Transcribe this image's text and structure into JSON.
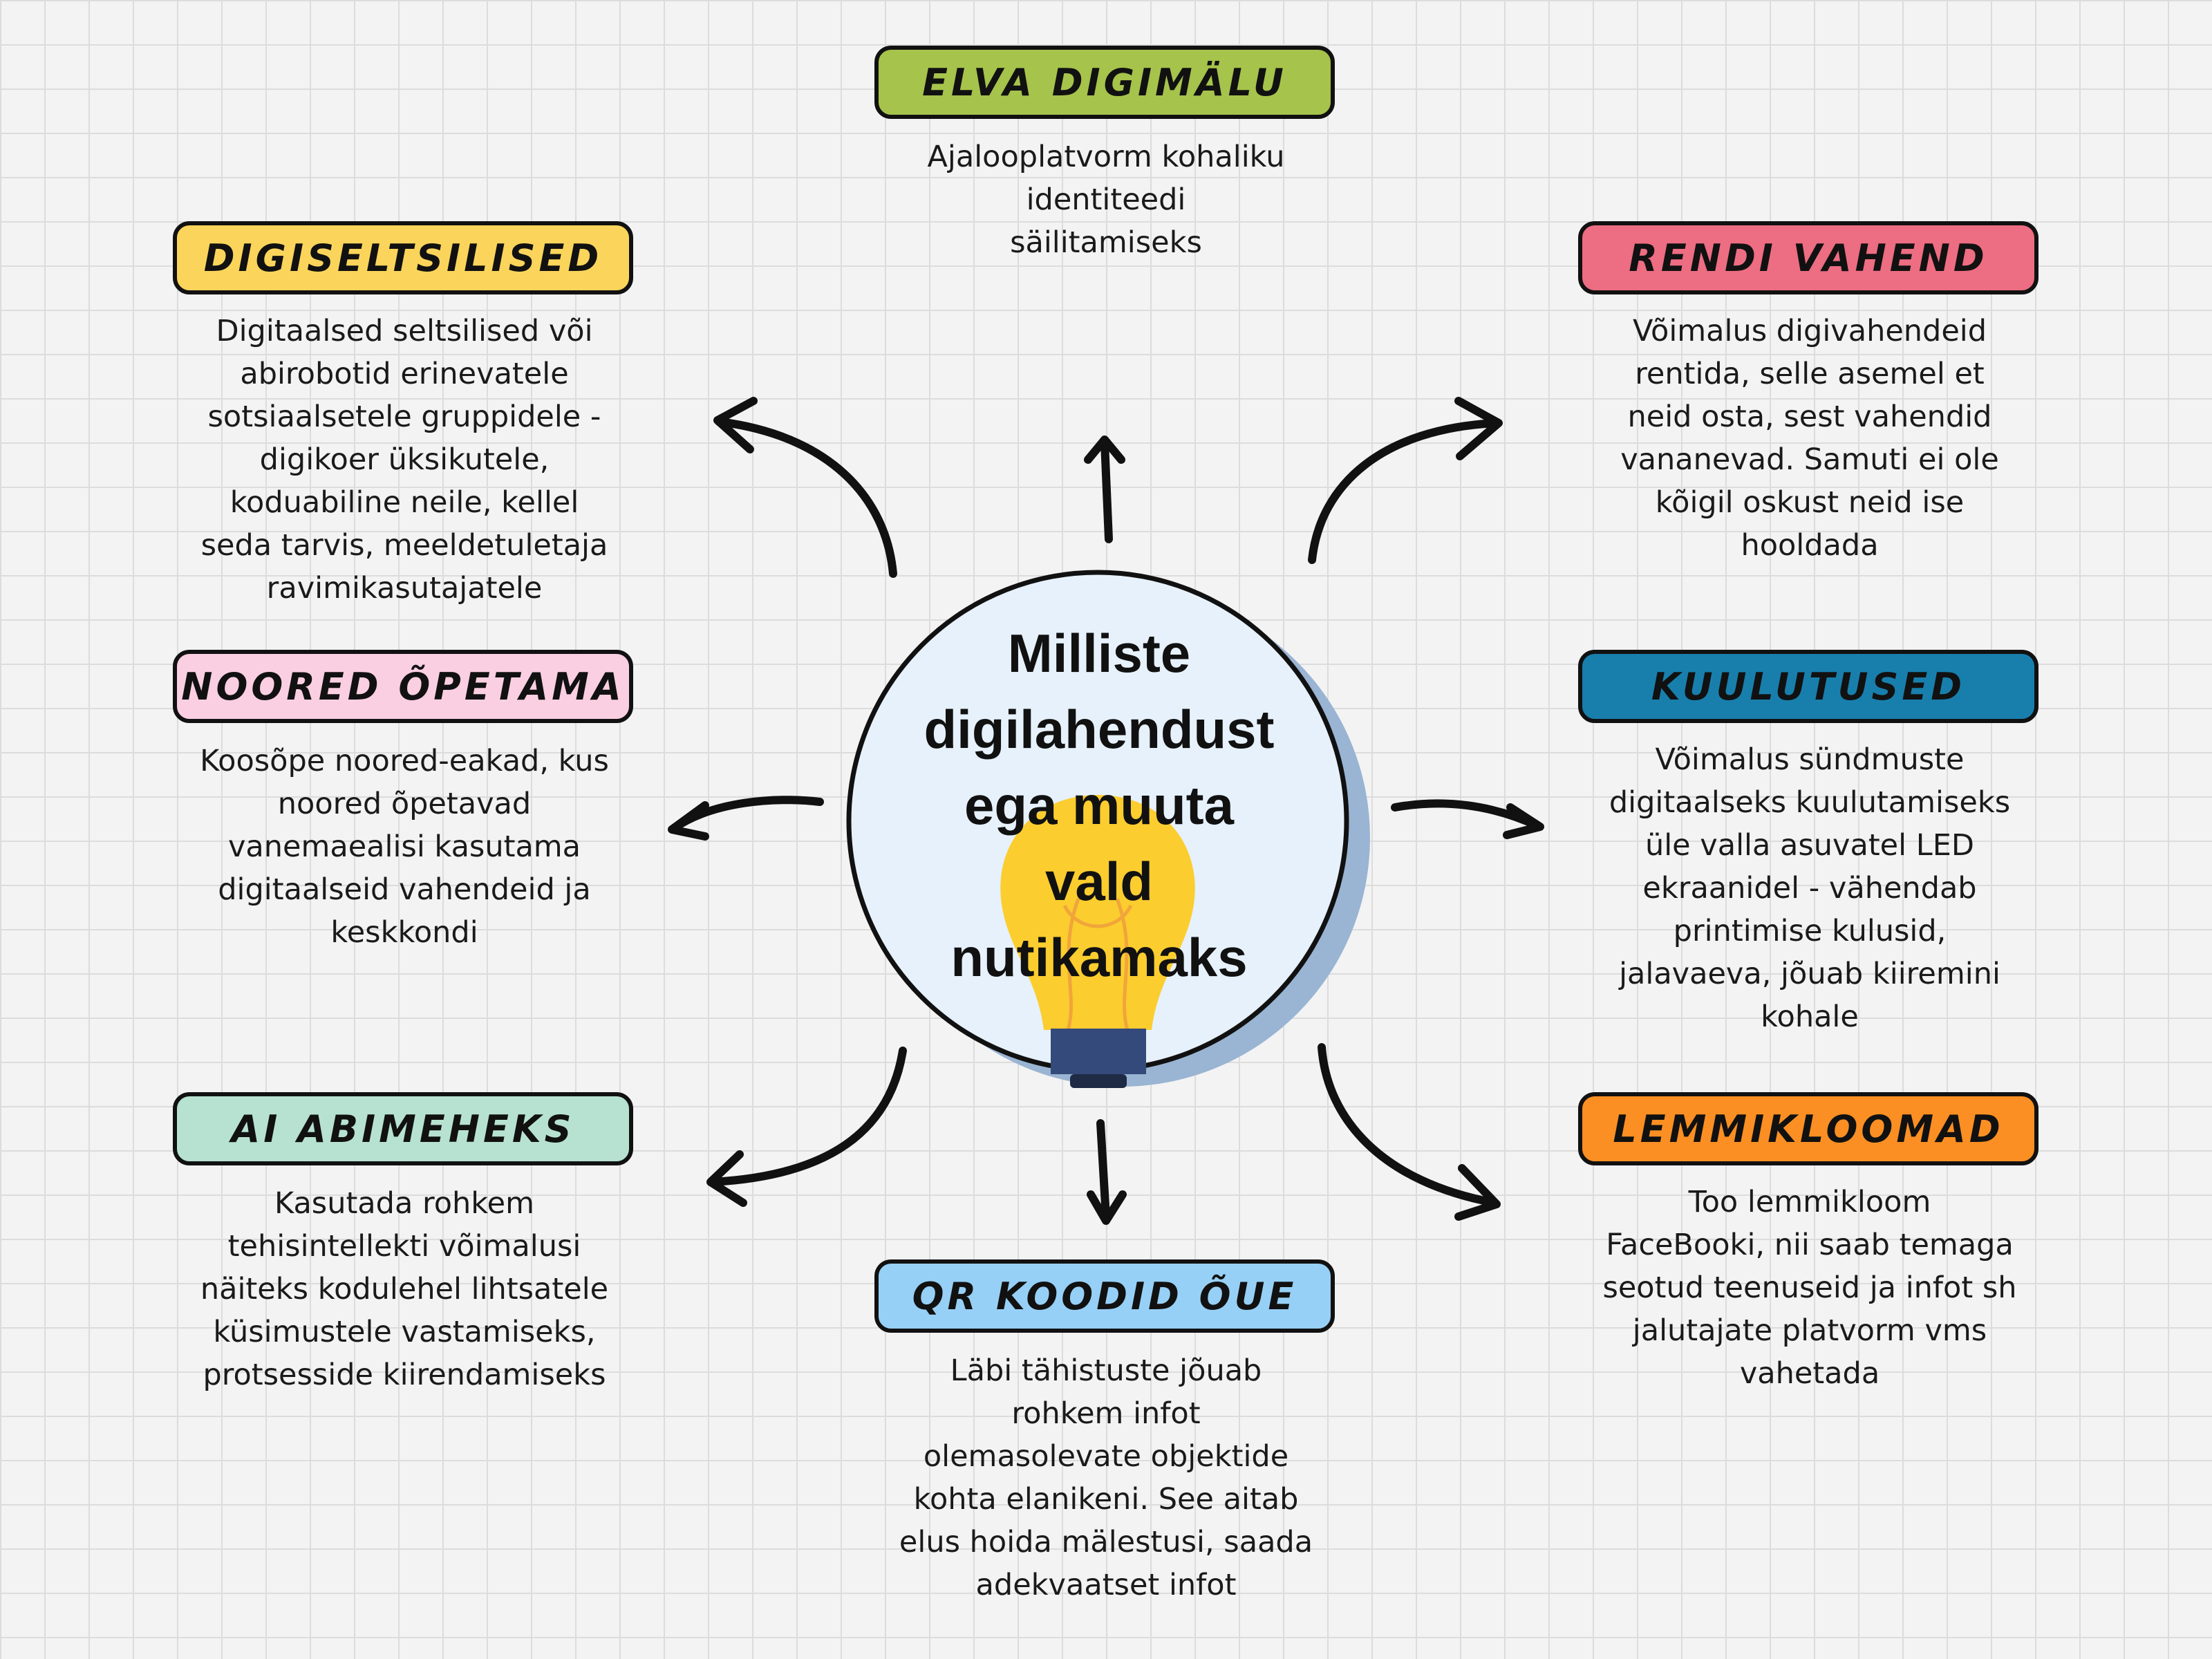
{
  "center": {
    "title_lines": [
      "Milliste",
      "digilahendust",
      "ega muuta",
      "vald",
      "nutikamaks"
    ]
  },
  "nodes": [
    {
      "id": "elva",
      "label": "ELVA DIGIMÄLU",
      "color": "#a6c34b",
      "lines": [
        "Ajalooplatvorm kohaliku",
        "identiteedi",
        "säilitamiseks"
      ]
    },
    {
      "id": "digiseltsilised",
      "label": "DIGISELTSILISED",
      "color": "#fbd55b",
      "lines": [
        "Digitaalsed seltsilised või",
        "abirobotid erinevatele",
        "sotsiaalsetele gruppidele -",
        "digikoer üksikutele,",
        "koduabiline neile, kellel",
        "seda tarvis, meeldetuletaja",
        "ravimikasutajatele"
      ]
    },
    {
      "id": "rendi",
      "label": "RENDI VAHEND",
      "color": "#ed6d82",
      "lines": [
        "Võimalus digivahendeid",
        "rentida, selle asemel et",
        "neid osta, sest vahendid",
        "vananevad. Samuti ei ole",
        "kõigil oskust neid ise",
        "hooldada"
      ]
    },
    {
      "id": "noored",
      "label": "NOORED ÕPETAMA",
      "color": "#fbcfe2",
      "lines": [
        "Koosõpe noored-eakad, kus",
        "noored õpetavad",
        "vanemaealisi kasutama",
        "digitaalseid vahendeid ja",
        "keskkondi"
      ]
    },
    {
      "id": "kuulutused",
      "label": "KUULUTUSED",
      "color": "#187fac",
      "lines": [
        "Võimalus sündmuste",
        "digitaalseks kuulutamiseks",
        "üle valla asuvatel LED",
        "ekraanidel - vähendab",
        "printimise kulusid,",
        "jalavaeva, jõuab kiiremini",
        "kohale"
      ]
    },
    {
      "id": "ai",
      "label": "AI ABIMEHEKS",
      "color": "#b7e2d1",
      "lines": [
        "Kasutada rohkem",
        "tehisintellekti võimalusi",
        "näiteks kodulehel lihtsatele",
        "küsimustele vastamiseks,",
        "protsesside kiirendamiseks"
      ]
    },
    {
      "id": "qr",
      "label": "QR KOODID ÕUE",
      "color": "#97d0f6",
      "lines": [
        "Läbi tähistuste jõuab",
        "rohkem infot",
        "olemasolevate objektide",
        "kohta elanikeni. See aitab",
        "elus hoida mälestusi, saada",
        "adekvaatset infot"
      ]
    },
    {
      "id": "lemmikloomad",
      "label": "LEMMIKLOOMAD",
      "color": "#fb8f23",
      "lines": [
        "Too lemmikloom",
        "FaceBooki, nii saab temaga",
        "seotud teenuseid ja infot sh",
        "jalutajate platvorm vms",
        "vahetada"
      ]
    }
  ]
}
